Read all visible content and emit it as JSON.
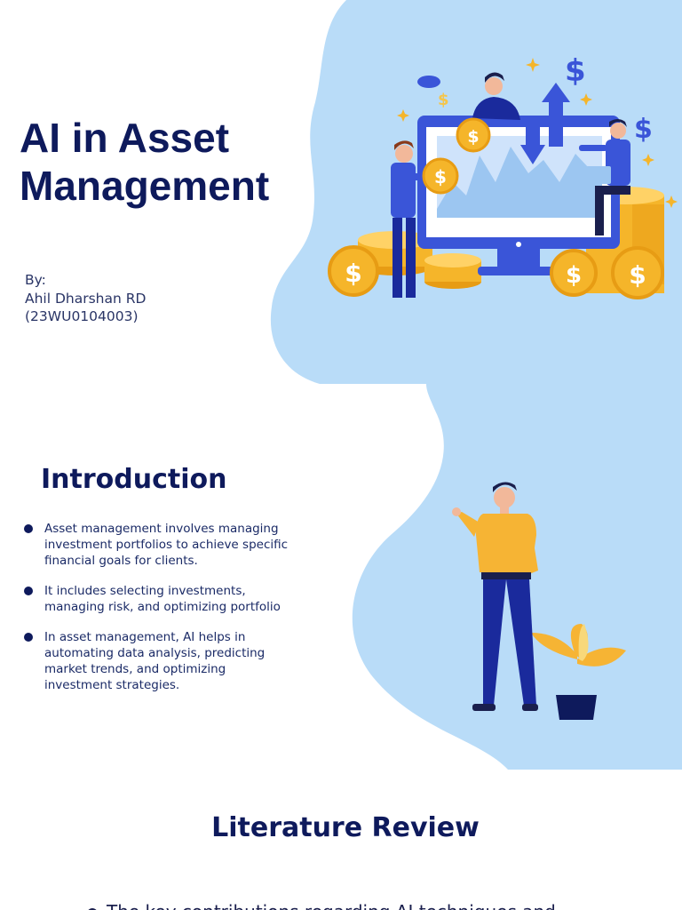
{
  "slide1": {
    "title_line1": "AI in Asset",
    "title_line2": "Management",
    "byline_label": "By:",
    "author": "Ahil Dharshan RD",
    "author_id": "(23WU0104003)",
    "illustration_icons": [
      "dollar-sign-icon",
      "arrow-up-icon",
      "arrow-down-icon",
      "coin-icon",
      "sparkle-icon"
    ]
  },
  "slide2": {
    "heading": "Introduction",
    "bullets": [
      "Asset management involves managing investment portfolios to achieve specific financial goals for clients.",
      "It includes selecting investments, managing risk, and optimizing portfolio",
      "In asset management, AI helps in automating data analysis, predicting market trends, and optimizing investment strategies."
    ]
  },
  "slide3": {
    "heading": "Literature Review",
    "first_item": "The key contributions regarding AI techniques and"
  },
  "colors": {
    "navy": "#0e1a5c",
    "light_blue": "#b9dcf8",
    "accent_blue": "#3a55d8",
    "coin_gold": "#f5b52a",
    "shirt_yellow": "#f6b434"
  }
}
